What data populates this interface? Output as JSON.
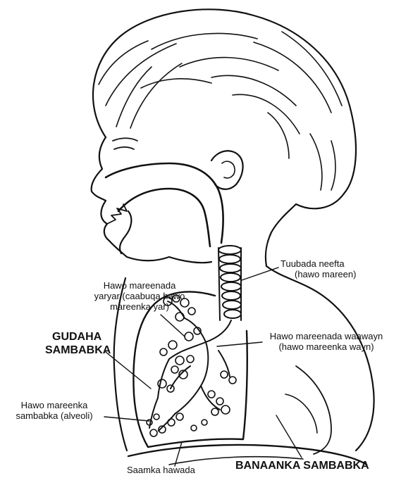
{
  "labels": {
    "trachea": [
      "Tuubada neefta",
      "(hawo mareen)"
    ],
    "bronchioles": [
      "Hawo mareenada",
      "yaryar (caabuqa hawo",
      "mareenka yar)"
    ],
    "inside_lung": [
      "GUDAHA",
      "SAMBABKA"
    ],
    "bronchi": [
      "Hawo mareenada waawayn",
      "(hawo mareenka wayn)"
    ],
    "alveoli": [
      "Hawo mareenka",
      "sambabka (alveoli)"
    ],
    "diaphragm": [
      "Saamka hawada"
    ],
    "outside_lung": [
      "BANAANKA SAMBABKA"
    ]
  },
  "colors": {
    "ink": "#111111",
    "background": "#ffffff"
  }
}
